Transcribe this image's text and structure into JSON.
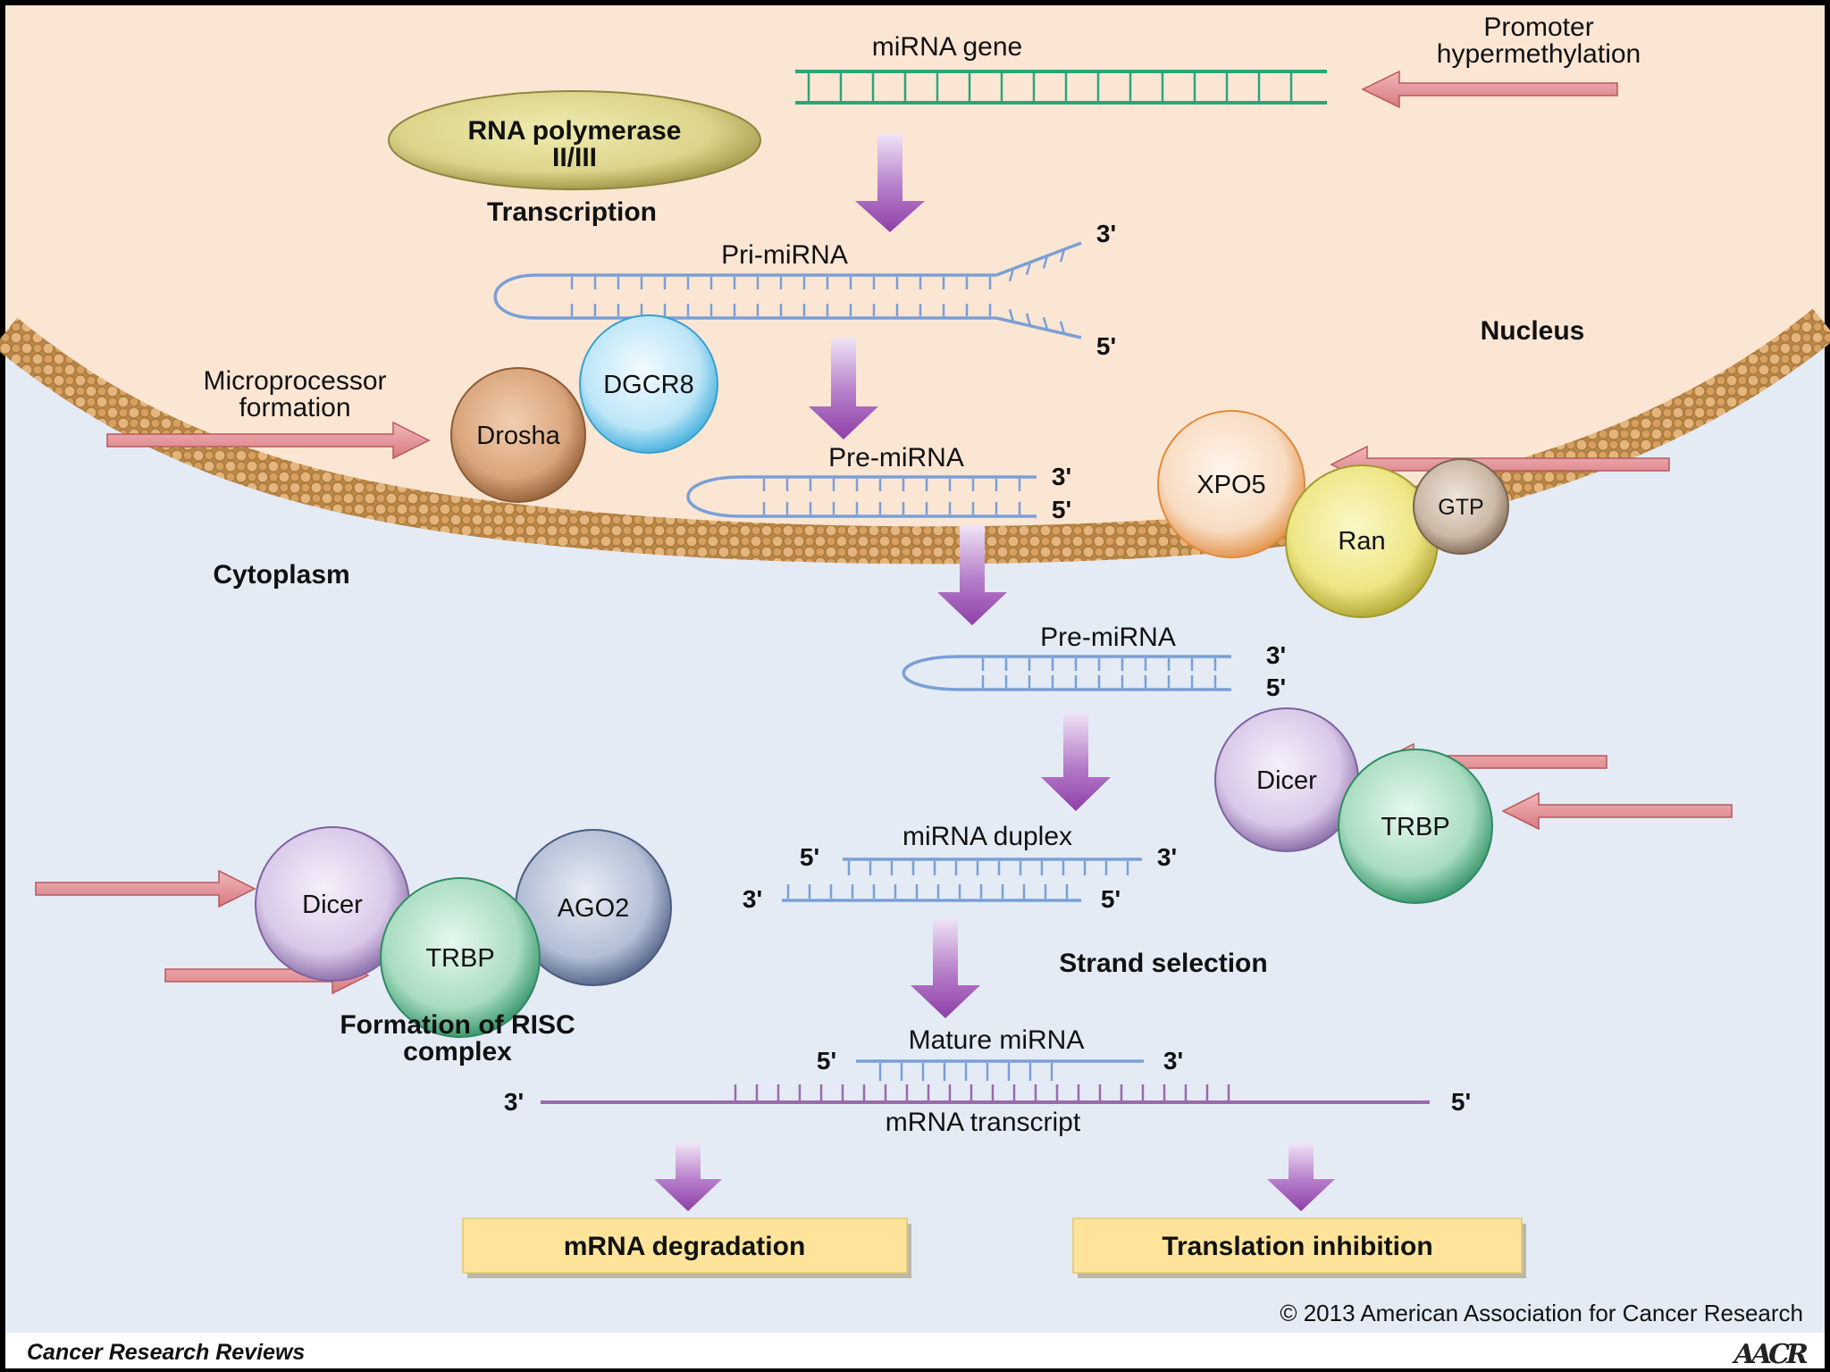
{
  "labels": {
    "mirna_gene": "miRNA gene",
    "promoter_line1": "Promoter",
    "promoter_line2": "hypermethylation",
    "rna_pol_line1": "RNA polymerase",
    "rna_pol_line2": "II/III",
    "transcription": "Transcription",
    "pri_mirna": "Pri-miRNA",
    "nucleus": "Nucleus",
    "microprocessor_line1": "Microprocessor",
    "microprocessor_line2": "formation",
    "pre_mirna_nucleus": "Pre-miRNA",
    "cytoplasm": "Cytoplasm",
    "pre_mirna_cytoplasm": "Pre-miRNA",
    "mirna_duplex": "miRNA duplex",
    "strand_selection": "Strand selection",
    "risc_line1": "Formation of RISC",
    "risc_line2": "complex",
    "mature_mirna": "Mature miRNA",
    "mrna_transcript": "mRNA transcript"
  },
  "ends": {
    "three_prime": "3'",
    "five_prime": "5'"
  },
  "proteins": {
    "drosha": "Drosha",
    "dgcr8": "DGCR8",
    "xpo5": "XPO5",
    "ran": "Ran",
    "gtp": "GTP",
    "dicer_right": "Dicer",
    "trbp_right": "TRBP",
    "dicer_left": "Dicer",
    "trbp_left": "TRBP",
    "ago2": "AGO2"
  },
  "outcomes": {
    "degradation": "mRNA degradation",
    "inhibition": "Translation inhibition"
  },
  "footer": {
    "copyright": "© 2013 American Association for Cancer Research",
    "journal": "Cancer Research Reviews",
    "logo": "AACR"
  },
  "colors": {
    "nucleus_bg": "#fbe6d4",
    "cytoplasm_bg": "#e4ebf5",
    "membrane": "#d3a46c",
    "gene_strand": "#2aa57a",
    "rna_strand": "#7a9fd6",
    "mrna_strand": "#9a6aaa",
    "process_arrow": "#8e3fa8",
    "inhibitor_arrow": "#d98b8f",
    "outcome_box": "#fde49a"
  }
}
